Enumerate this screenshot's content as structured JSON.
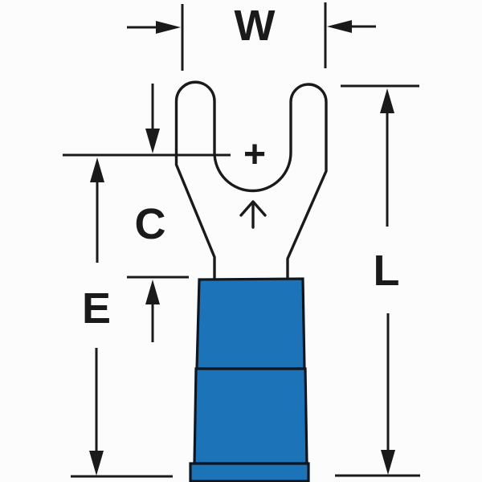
{
  "diagram": {
    "dimension_labels": {
      "w": "W",
      "c": "C",
      "e": "E",
      "l": "L"
    },
    "stud_marker": "+",
    "colors": {
      "insulation": "#1c73b8",
      "line": "#1a1a1a",
      "background": "#fcfcfc"
    }
  }
}
